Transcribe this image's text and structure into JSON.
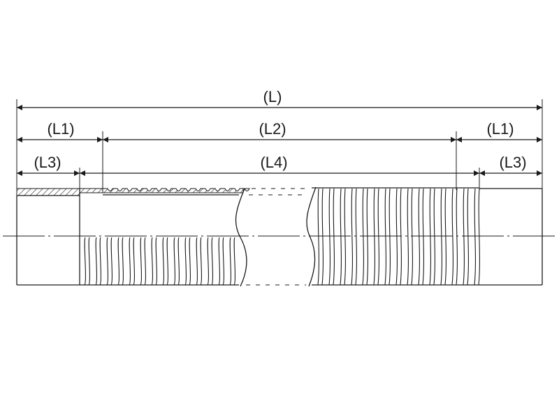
{
  "labels": {
    "L": "(L)",
    "L1_left": "(L1)",
    "L2": "(L2)",
    "L1_right": "(L1)",
    "L3_left": "(L3)",
    "L4": "(L4)",
    "L3_right": "(L3)"
  },
  "colors": {
    "ink": "#1a1a1a",
    "background": "#ffffff"
  }
}
